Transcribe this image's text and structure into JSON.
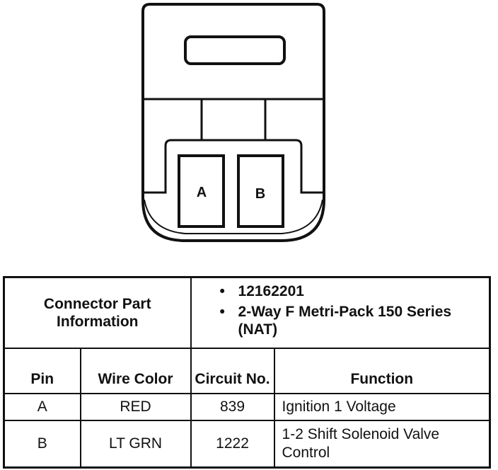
{
  "connector": {
    "cavities": [
      {
        "label": "A"
      },
      {
        "label": "B"
      }
    ]
  },
  "table": {
    "part_info_label": "Connector Part Information",
    "part_info_items": [
      "12162201",
      "2-Way F Metri-Pack 150 Series (NAT)"
    ],
    "headers": {
      "pin": "Pin",
      "wire_color": "Wire Color",
      "circuit_no": "Circuit No.",
      "function": "Function"
    },
    "rows": [
      {
        "pin": "A",
        "wire_color": "RED",
        "circuit": "839",
        "function": "Ignition 1 Voltage"
      },
      {
        "pin": "B",
        "wire_color": "LT GRN",
        "circuit": "1222",
        "function": "1-2 Shift Solenoid Valve Control"
      }
    ]
  }
}
